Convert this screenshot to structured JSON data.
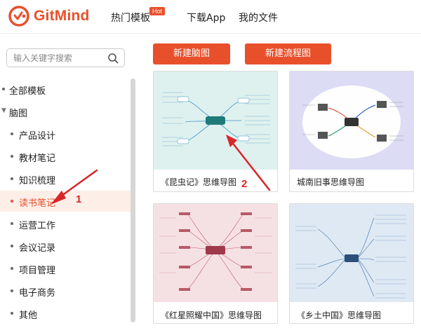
{
  "header": {
    "logo_text": "GitMind",
    "nav": [
      {
        "label": "热门模板"
      },
      {
        "label": "下载App"
      },
      {
        "label": "我的文件"
      }
    ],
    "hot_badge": "Hot"
  },
  "sidebar": {
    "search_placeholder": "输入关键字搜索",
    "items": [
      {
        "label": "全部模板",
        "level": 0,
        "marker": "bullet"
      },
      {
        "label": "脑图",
        "level": 0,
        "marker": "caret-down"
      },
      {
        "label": "产品设计",
        "level": 1
      },
      {
        "label": "教材笔记",
        "level": 1
      },
      {
        "label": "知识梳理",
        "level": 1
      },
      {
        "label": "读书笔记",
        "level": 1,
        "active": true
      },
      {
        "label": "运营工作",
        "level": 1
      },
      {
        "label": "会议记录",
        "level": 1
      },
      {
        "label": "项目管理",
        "level": 1
      },
      {
        "label": "电子商务",
        "level": 1
      },
      {
        "label": "其他",
        "level": 1
      }
    ]
  },
  "main": {
    "buttons": {
      "new_mindmap": "新建脑图",
      "new_flowchart": "新建流程图"
    },
    "templates": [
      {
        "title": "《昆虫记》思维导图",
        "bg": "#dff1ee"
      },
      {
        "title": "城南旧事思维导图",
        "bg": "#dcdcf5"
      },
      {
        "title": "《红星照耀中国》思维导图",
        "bg": "#f5e1e3"
      },
      {
        "title": "《乡土中国》思维导图",
        "bg": "#dfe9f4"
      }
    ]
  },
  "annotations": {
    "label_1": "1",
    "label_2": "2",
    "color": "#d9262a"
  },
  "colors": {
    "brand": "#e8502c",
    "active_bg": "#fdeee8"
  }
}
